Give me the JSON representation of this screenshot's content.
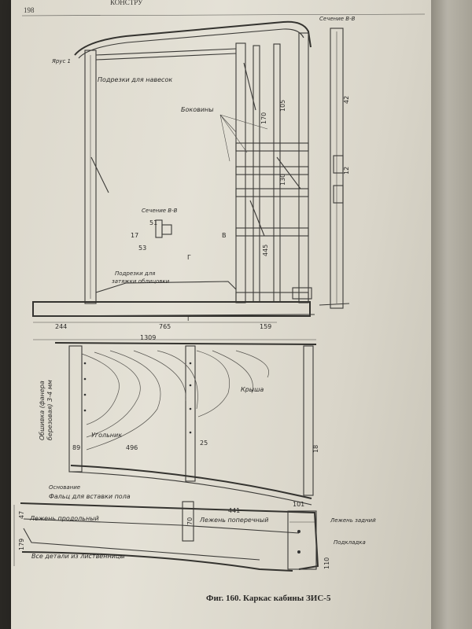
{
  "header": {
    "page_number": "198",
    "running_title": "КОНСТРУ"
  },
  "caption": "Фиг. 160. Каркас кабины ЗИС-5",
  "section_labels": {
    "top_right": "Сечение В-В",
    "middle": "Сечение В-В"
  },
  "labels": {
    "frame_label": "Ярус 1",
    "awning_struts": "Подрезки для навесок",
    "sidewalls": "Боковины",
    "facing_struts_line1": "Подрезки для",
    "facing_struts_line2": "затяжки облицовки",
    "plywood_line1": "Обшивка (фанера",
    "plywood_line2": "березовая) 3-4 мм",
    "roof": "Крыша",
    "corner": "Угольник",
    "base": "Основание",
    "insert_fillet": "Фальц для вставки пола",
    "longitudinal_beam": "Лежень продольный",
    "cross_beam": "Лежень поперечный",
    "cross_beam_right": "Лежень задний",
    "pad": "Подкладка",
    "all_parts": "Все детали из лиственницы"
  },
  "dimensions": {
    "d244": "244",
    "d765": "765",
    "d1309": "1309",
    "d159": "159",
    "d496": "496",
    "d89": "89",
    "d25": "25",
    "d18": "18",
    "d441": "441",
    "d70": "70",
    "d179": "179",
    "d47": "47",
    "d110": "110",
    "d101": "101",
    "d12": "12",
    "v105": "105",
    "v170": "170",
    "v445": "445",
    "v130": "130",
    "v42": "42",
    "s51": "51",
    "s53": "53",
    "s17": "17"
  },
  "section_marks": {
    "b": "В",
    "f": "Г"
  }
}
